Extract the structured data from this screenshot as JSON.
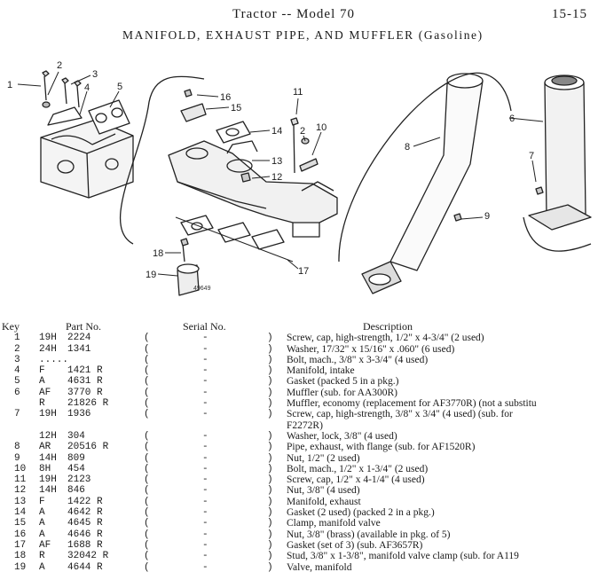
{
  "header": {
    "title": "Tractor -- Model 70",
    "page": "15-15"
  },
  "section_title": "MANIFOLD, EXHAUST PIPE, AND MUFFLER (Gasoline)",
  "diagram": {
    "plate_number": "49649",
    "callouts": [
      "1",
      "2",
      "3",
      "4",
      "5",
      "16",
      "15",
      "11",
      "14",
      "2",
      "10",
      "13",
      "12",
      "8",
      "6",
      "7",
      "9",
      "18",
      "19",
      "17"
    ]
  },
  "columns": {
    "key": "Key",
    "part_no": "Part No.",
    "serial_no": "Serial No.",
    "description": "Description"
  },
  "rows": [
    {
      "key": "1",
      "prefix": "19H",
      "number": "2224",
      "serial": "-",
      "description": "Screw, cap, high-strength, 1/2\" x 4-3/4\" (2 used)"
    },
    {
      "key": "2",
      "prefix": "24H",
      "number": "1341",
      "serial": "-",
      "description": "Washer, 17/32\" x 15/16\" x .060\" (6 used)"
    },
    {
      "key": "3",
      "prefix": "............",
      "number": "",
      "serial": "-",
      "description": "Bolt, mach., 3/8\" x 3-3/4\" (4 used)"
    },
    {
      "key": "4",
      "prefix": "F",
      "number": "1421 R",
      "serial": "-",
      "description": "Manifold, intake"
    },
    {
      "key": "5",
      "prefix": "A",
      "number": "4631 R",
      "serial": "-",
      "description": "Gasket (packed 5 in a pkg.)"
    },
    {
      "key": "6",
      "prefix": "AF",
      "number": "3770 R",
      "serial": "-",
      "description": "Muffler (sub. for AA300R)"
    },
    {
      "key": "",
      "prefix": "R",
      "number": "21826 R",
      "serial": "-",
      "description": "Muffler, economy (replacement for AF3770R) (not a substitu"
    },
    {
      "key": "7",
      "prefix": "19H",
      "number": "1936",
      "serial": "-",
      "description": "Screw, cap, high-strength, 3/8\" x 3/4\" (4 used) (sub. for"
    },
    {
      "key": "",
      "prefix": "",
      "number": "",
      "serial": "",
      "description": "   F2272R)"
    },
    {
      "key": "",
      "prefix": "12H",
      "number": "304",
      "serial": "-",
      "description": "Washer, lock, 3/8\" (4 used)"
    },
    {
      "key": "8",
      "prefix": "AR",
      "number": "20516 R",
      "serial": "-",
      "description": "Pipe, exhaust, with flange (sub. for AF1520R)"
    },
    {
      "key": "9",
      "prefix": "14H",
      "number": "809",
      "serial": "-",
      "description": "Nut, 1/2\" (2 used)"
    },
    {
      "key": "10",
      "prefix": "8H",
      "number": "454",
      "serial": "-",
      "description": "Bolt, mach., 1/2\" x 1-3/4\" (2 used)"
    },
    {
      "key": "11",
      "prefix": "19H",
      "number": "2123",
      "serial": "-",
      "description": "Screw, cap, 1/2\" x 4-1/4\" (4 used)"
    },
    {
      "key": "12",
      "prefix": "14H",
      "number": "846",
      "serial": "-",
      "description": "Nut, 3/8\" (4 used)"
    },
    {
      "key": "13",
      "prefix": "F",
      "number": "1422 R",
      "serial": "-",
      "description": "Manifold, exhaust"
    },
    {
      "key": "14",
      "prefix": "A",
      "number": "4642 R",
      "serial": "-",
      "description": "Gasket (2 used) (packed 2 in a pkg.)"
    },
    {
      "key": "15",
      "prefix": "A",
      "number": "4645 R",
      "serial": "-",
      "description": "Clamp, manifold valve"
    },
    {
      "key": "16",
      "prefix": "A",
      "number": "4646 R",
      "serial": "-",
      "description": "Nut, 3/8\" (brass) (available in pkg. of 5)"
    },
    {
      "key": "17",
      "prefix": "AF",
      "number": "1688 R",
      "serial": "-",
      "description": "Gasket (set of 3) (sub. AF3657R)"
    },
    {
      "key": "18",
      "prefix": "R",
      "number": "32042 R",
      "serial": "-",
      "description": "Stud, 3/8\" x 1-3/8\", manifold valve clamp (sub. for A119"
    },
    {
      "key": "19",
      "prefix": "A",
      "number": "4644 R",
      "serial": "-",
      "description": "Valve, manifold"
    }
  ]
}
